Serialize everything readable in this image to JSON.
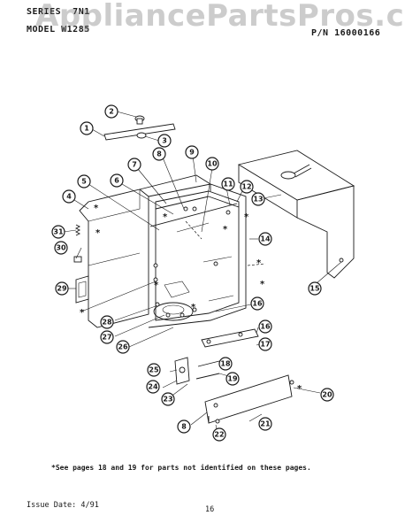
{
  "header": {
    "series_label": "SERIES",
    "series_value": "7N1",
    "model_label": "MODEL",
    "model_value": "W1285",
    "pn_label": "P/N",
    "pn_value": "16000166"
  },
  "watermark": "AppliancePartsPros.com",
  "callouts": [
    "1",
    "2",
    "3",
    "4",
    "5",
    "6",
    "7",
    "8",
    "9",
    "10",
    "11",
    "12",
    "13",
    "14",
    "15",
    "16",
    "16",
    "17",
    "18",
    "19",
    "20",
    "21",
    "22",
    "23",
    "24",
    "25",
    "26",
    "27",
    "28",
    "29",
    "30",
    "31",
    "8"
  ],
  "asterisk": "*",
  "footnote": "*See pages 18 and 19 for parts not identified on these pages.",
  "footer": {
    "issue_date": "Issue Date: 4/91",
    "page_number": "16"
  }
}
